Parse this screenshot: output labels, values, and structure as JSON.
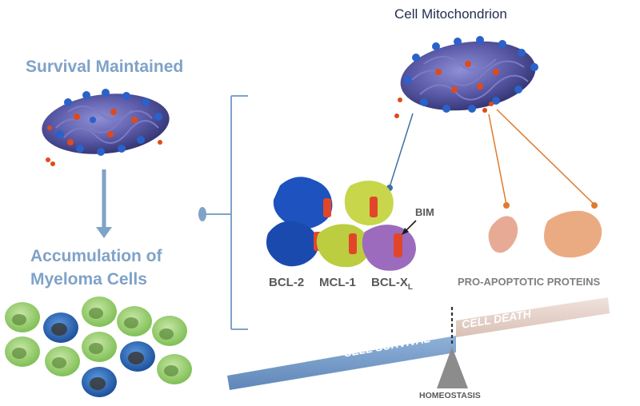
{
  "left_panel": {
    "heading": "Survival Maintained",
    "result_line1": "Accumulation of",
    "result_line2": "Myeloma Cells"
  },
  "right_panel": {
    "title": "Cell Mitochondrion",
    "proteins": {
      "bcl2": "BCL-2",
      "mcl1": "MCL-1",
      "bclxl_main": "BCL-X",
      "bclxl_sub": "L",
      "bim": "BIM"
    },
    "pro_apoptotic": "PRO-APOPTOTIC PROTEINS"
  },
  "balance": {
    "left_label": "CELL SURVIVAL",
    "right_label": "CELL DEATH",
    "fulcrum": "HOMEOSTASIS"
  },
  "colors": {
    "heading": "#7fa2c8",
    "survival_beam": "#6f96c6",
    "death_beam": "#e4cfc6",
    "fulcrum": "#8c8c8c",
    "bcl2": "#1a4fb8",
    "mcl1": "#c8d84a",
    "bclxl": "#9a66b8",
    "pro_apoptotic": "#e39a6c",
    "connector_blue": "#3d6fa8",
    "connector_orange": "#e07a2e"
  }
}
